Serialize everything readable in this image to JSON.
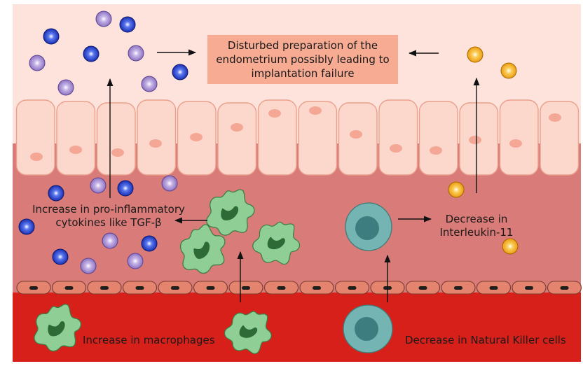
{
  "labels": {
    "outcome": [
      "Disturbed preparation of the",
      "endometrium possibly leading to",
      "implantation failure"
    ],
    "cytokines": [
      "Increase in pro-inflammatory",
      "cytokines like TGF-β"
    ],
    "interleukin": [
      "Decrease in",
      "Interleukin-11"
    ],
    "macrophages": "Increase in macrophages",
    "nk_cells": "Decrease in Natural Killer cells"
  },
  "colors": {
    "epithelium_zone": "#fde3db",
    "epithelial_cell": "#fcd8cc",
    "epithelial_cell_border": "#eaa08c",
    "stroma": "#d97b78",
    "blood_vessel": "#d8201a",
    "endothelial_cell": "#e4846f",
    "outcome_box": "#f6ab92",
    "macrophage": "#8fcf96",
    "nk_cell": "#74b5b3",
    "cytokine_blue": "#1f37c4",
    "cytokine_purple": "#a790d0",
    "interleukin_orange": "#f5b427"
  },
  "icons": [
    "blue-cytokine-icon",
    "purple-cytokine-icon",
    "interleukin-icon",
    "macrophage-icon",
    "natural-killer-cell-icon",
    "arrow-icon"
  ]
}
